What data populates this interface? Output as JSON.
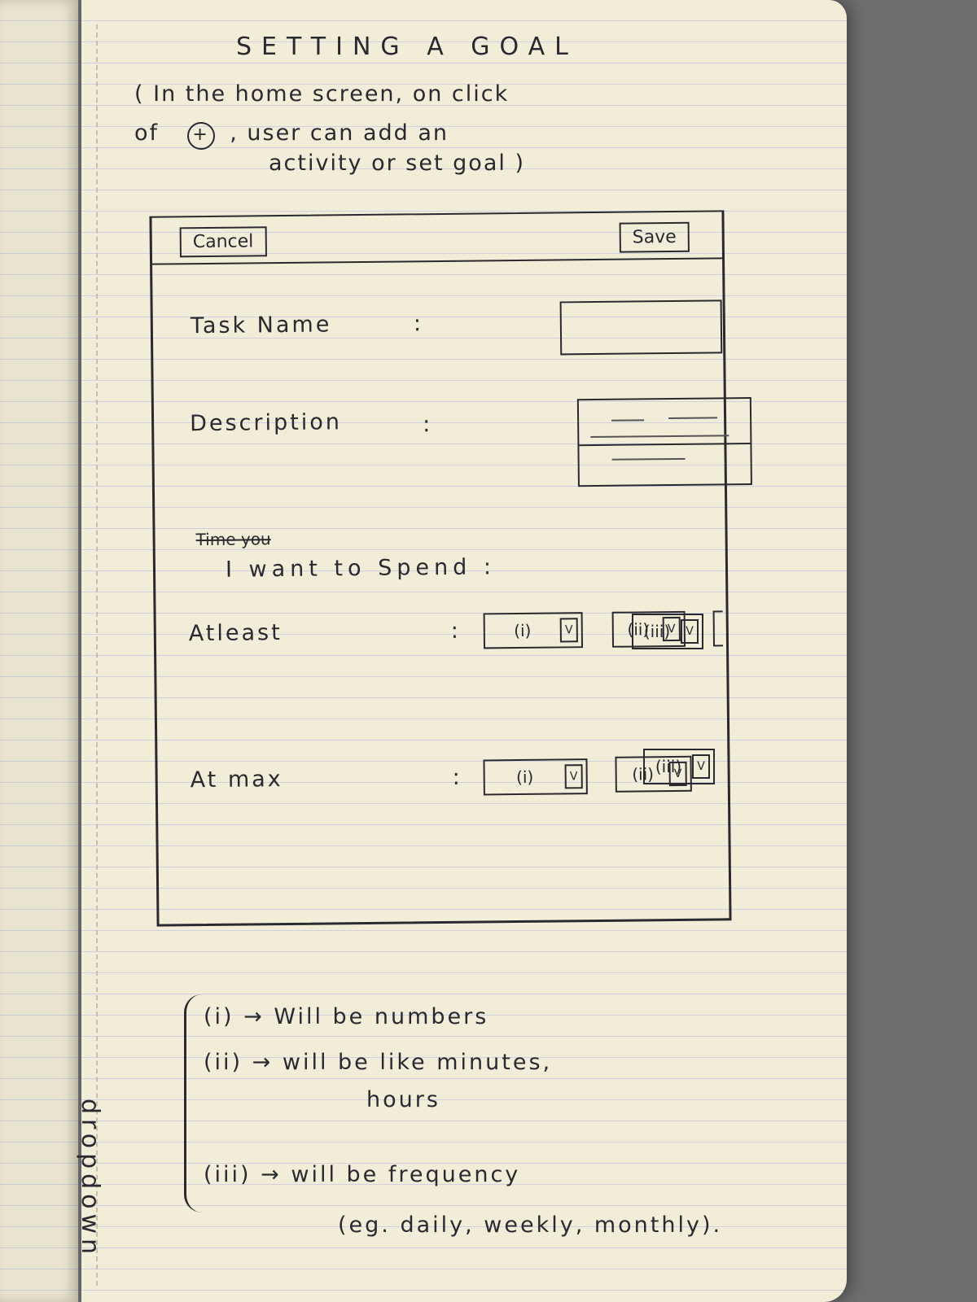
{
  "sketch": {
    "title": "SETTING A GOAL",
    "intro_line1": "( In the home screen, on click",
    "intro_line2": "of",
    "intro_line2_rest": ", user can add an",
    "intro_line3": "activity or set goal )"
  },
  "form": {
    "cancel_label": "Cancel",
    "save_label": "Save",
    "task_name_label": "Task Name",
    "description_label": "Description",
    "colon": ":",
    "strike_text": "Time you",
    "spend_label": "I want to Spend :",
    "atleast_label": "Atleast",
    "atmax_label": "At max",
    "dropdowns": {
      "d1": "(i)",
      "d2": "(ii)",
      "d3": "(iii)",
      "arrow": "V"
    }
  },
  "legend": {
    "tag": "dropdown",
    "item1": "(i) → Will be numbers",
    "item2": "(ii) → will be like minutes,",
    "item2b": "hours",
    "item3": "(iii) → will be frequency",
    "item3b": "(eg. daily, weekly, monthly)."
  }
}
